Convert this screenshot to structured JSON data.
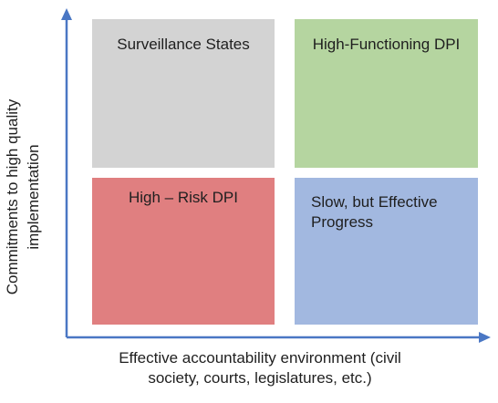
{
  "quadrants": {
    "top_left": {
      "label": "Surveillance States",
      "color": "#d3d3d3"
    },
    "top_right": {
      "label": "High-Functioning DPI",
      "color": "#b5d5a0"
    },
    "bottom_left": {
      "label": "High – Risk DPI",
      "color": "#e07f80"
    },
    "bottom_right": {
      "label": "Slow, but Effective Progress",
      "color": "#a2b8e0"
    }
  },
  "axes": {
    "y_label": "Commitments to high quality\nimplementation",
    "x_label": "Effective accountability environment (civil\nsociety, courts, legislatures, etc.)",
    "color": "#4a77c4"
  }
}
